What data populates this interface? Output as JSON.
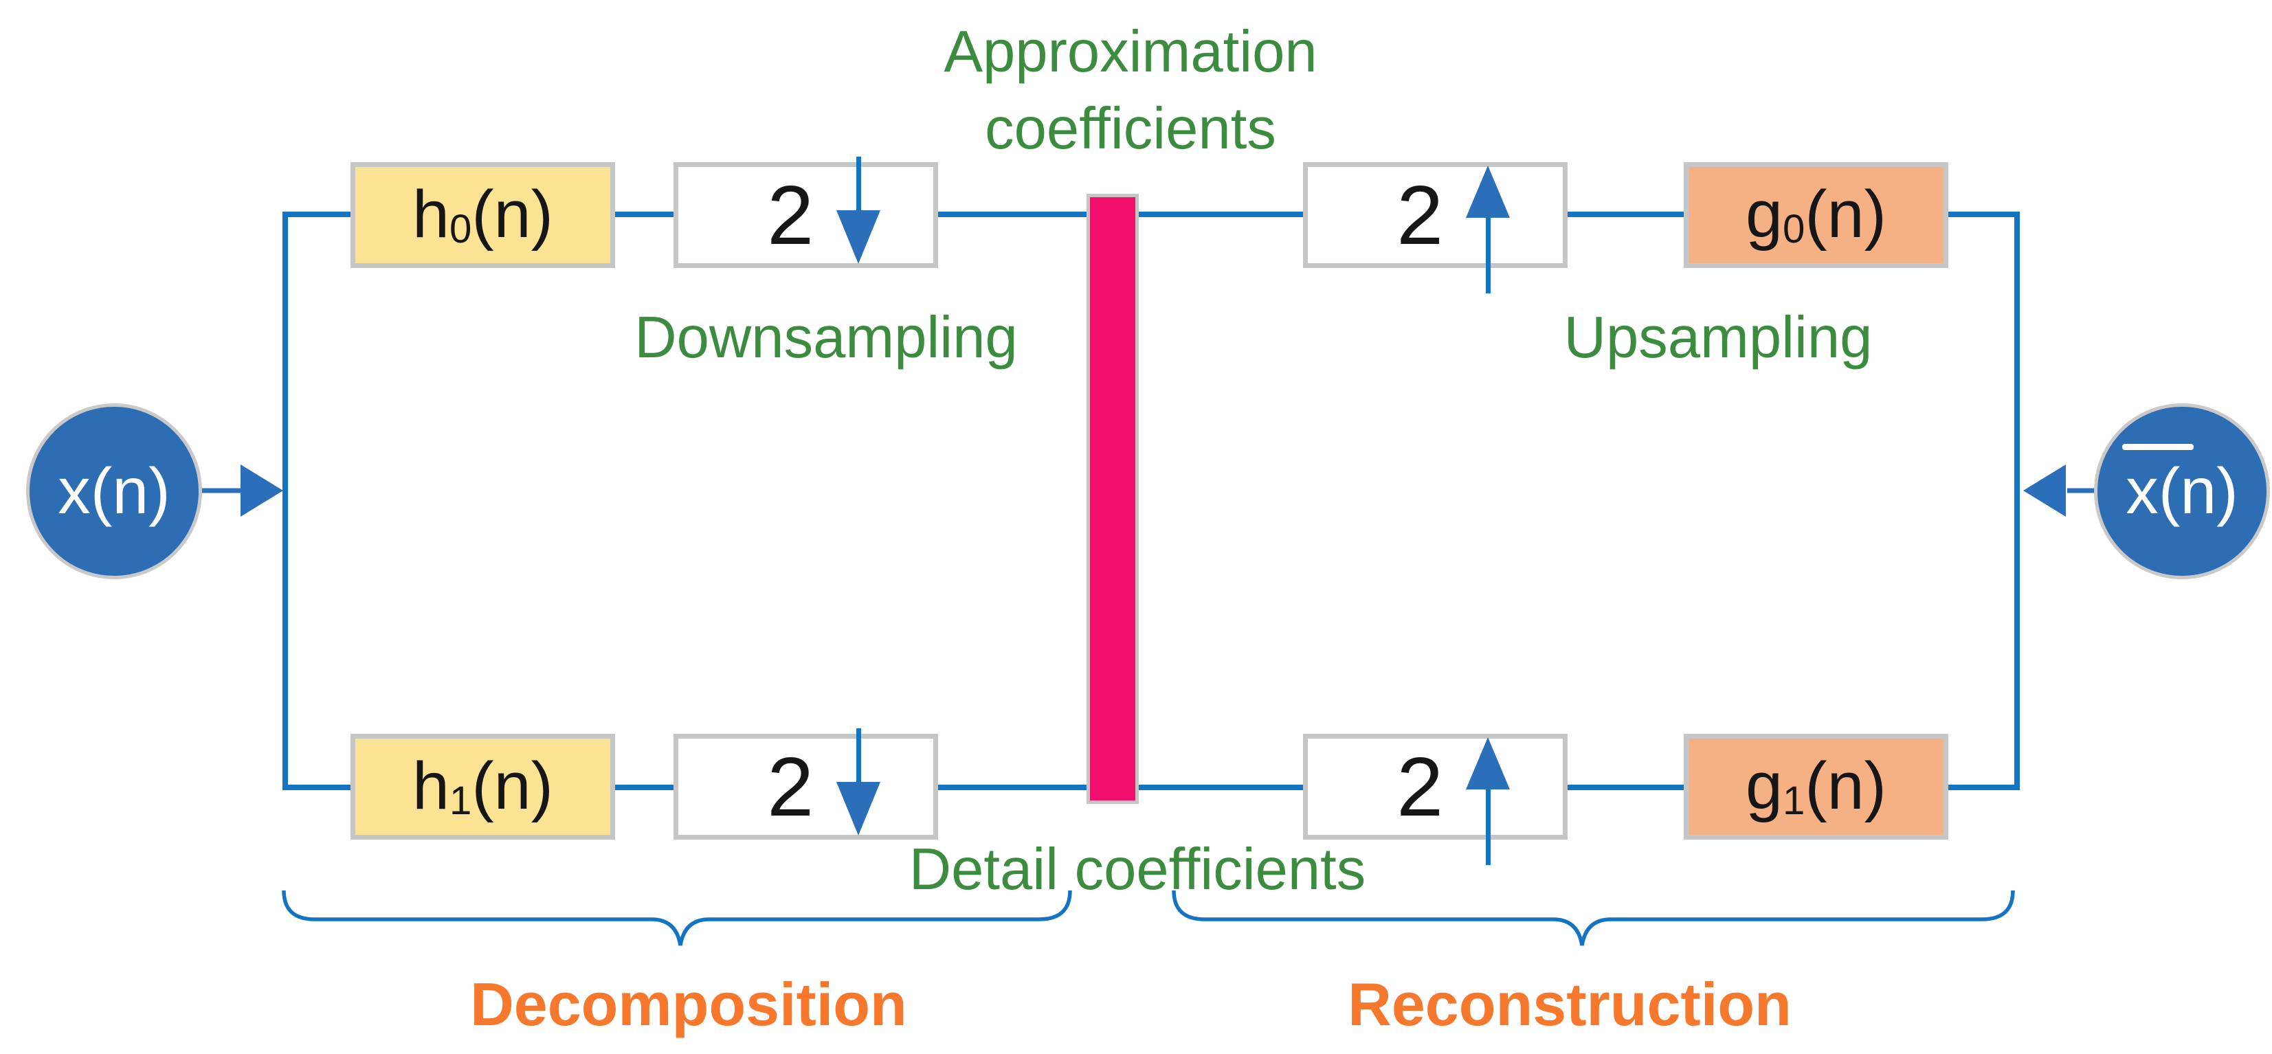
{
  "colors": {
    "line_blue": "#1474C4",
    "node_blue": "#2C6DB4",
    "arrow_blue": "#2B6FBA",
    "box_border_gray": "#C6C6C6",
    "filter_yellow": "#FCE394",
    "filter_peach": "#F5B183",
    "coeff_pink": "#F2106C",
    "label_green": "#3B8C3E",
    "label_orange": "#F5782D",
    "text_black": "#161616"
  },
  "input_node": {
    "label": "x(n)"
  },
  "output_node": {
    "label": "x(n)",
    "has_overbar": true
  },
  "analysis_filters": {
    "h0": {
      "base": "h",
      "sub": "0",
      "rest": "(n)"
    },
    "h1": {
      "base": "h",
      "sub": "1",
      "rest": "(n)"
    }
  },
  "synthesis_filters": {
    "g0": {
      "base": "g",
      "sub": "0",
      "rest": "(n)"
    },
    "g1": {
      "base": "g",
      "sub": "1",
      "rest": "(n)"
    }
  },
  "samplers": {
    "factor": "2"
  },
  "labels": {
    "approximation_line1": "Approximation",
    "approximation_line2": "coefficients",
    "downsampling": "Downsampling",
    "upsampling": "Upsampling",
    "detail": "Detail coefficients",
    "decomposition": "Decomposition",
    "reconstruction": "Reconstruction"
  }
}
